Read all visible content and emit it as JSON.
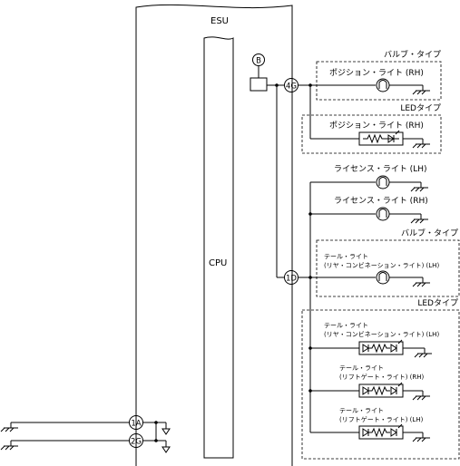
{
  "module": {
    "name": "ESU",
    "cpu_label": "CPU",
    "junction_label": "B"
  },
  "terminals": {
    "t4g": "4G",
    "t1d": "1D",
    "t1a": "1A",
    "t2g": "2G"
  },
  "group_labels": {
    "bulb_type": "バルブ・タイプ",
    "led_type": "LEDタイプ"
  },
  "components": {
    "position_bulb_rh": "ポジション・ライト (RH)",
    "position_led_rh": "ポジション・ライト (RH)",
    "license_lh": "ライセンス・ライト (LH)",
    "license_rh": "ライセンス・ライト (RH)",
    "tail_bulb_line1": "テール・ライト",
    "tail_bulb_line2": "(リヤ・コンビネーション・ライト) (LH)",
    "tail_led1_line1": "テール・ライト",
    "tail_led1_line2": "(リヤ・コンビネーション・ライト) (LH)",
    "tail_led2_line1": "テール・ライト",
    "tail_led2_line2": "(リフトゲート・ライト) (RH)",
    "tail_led3_line1": "テール・ライト",
    "tail_led3_line2": "(リフトゲート・ライト) (LH)"
  }
}
